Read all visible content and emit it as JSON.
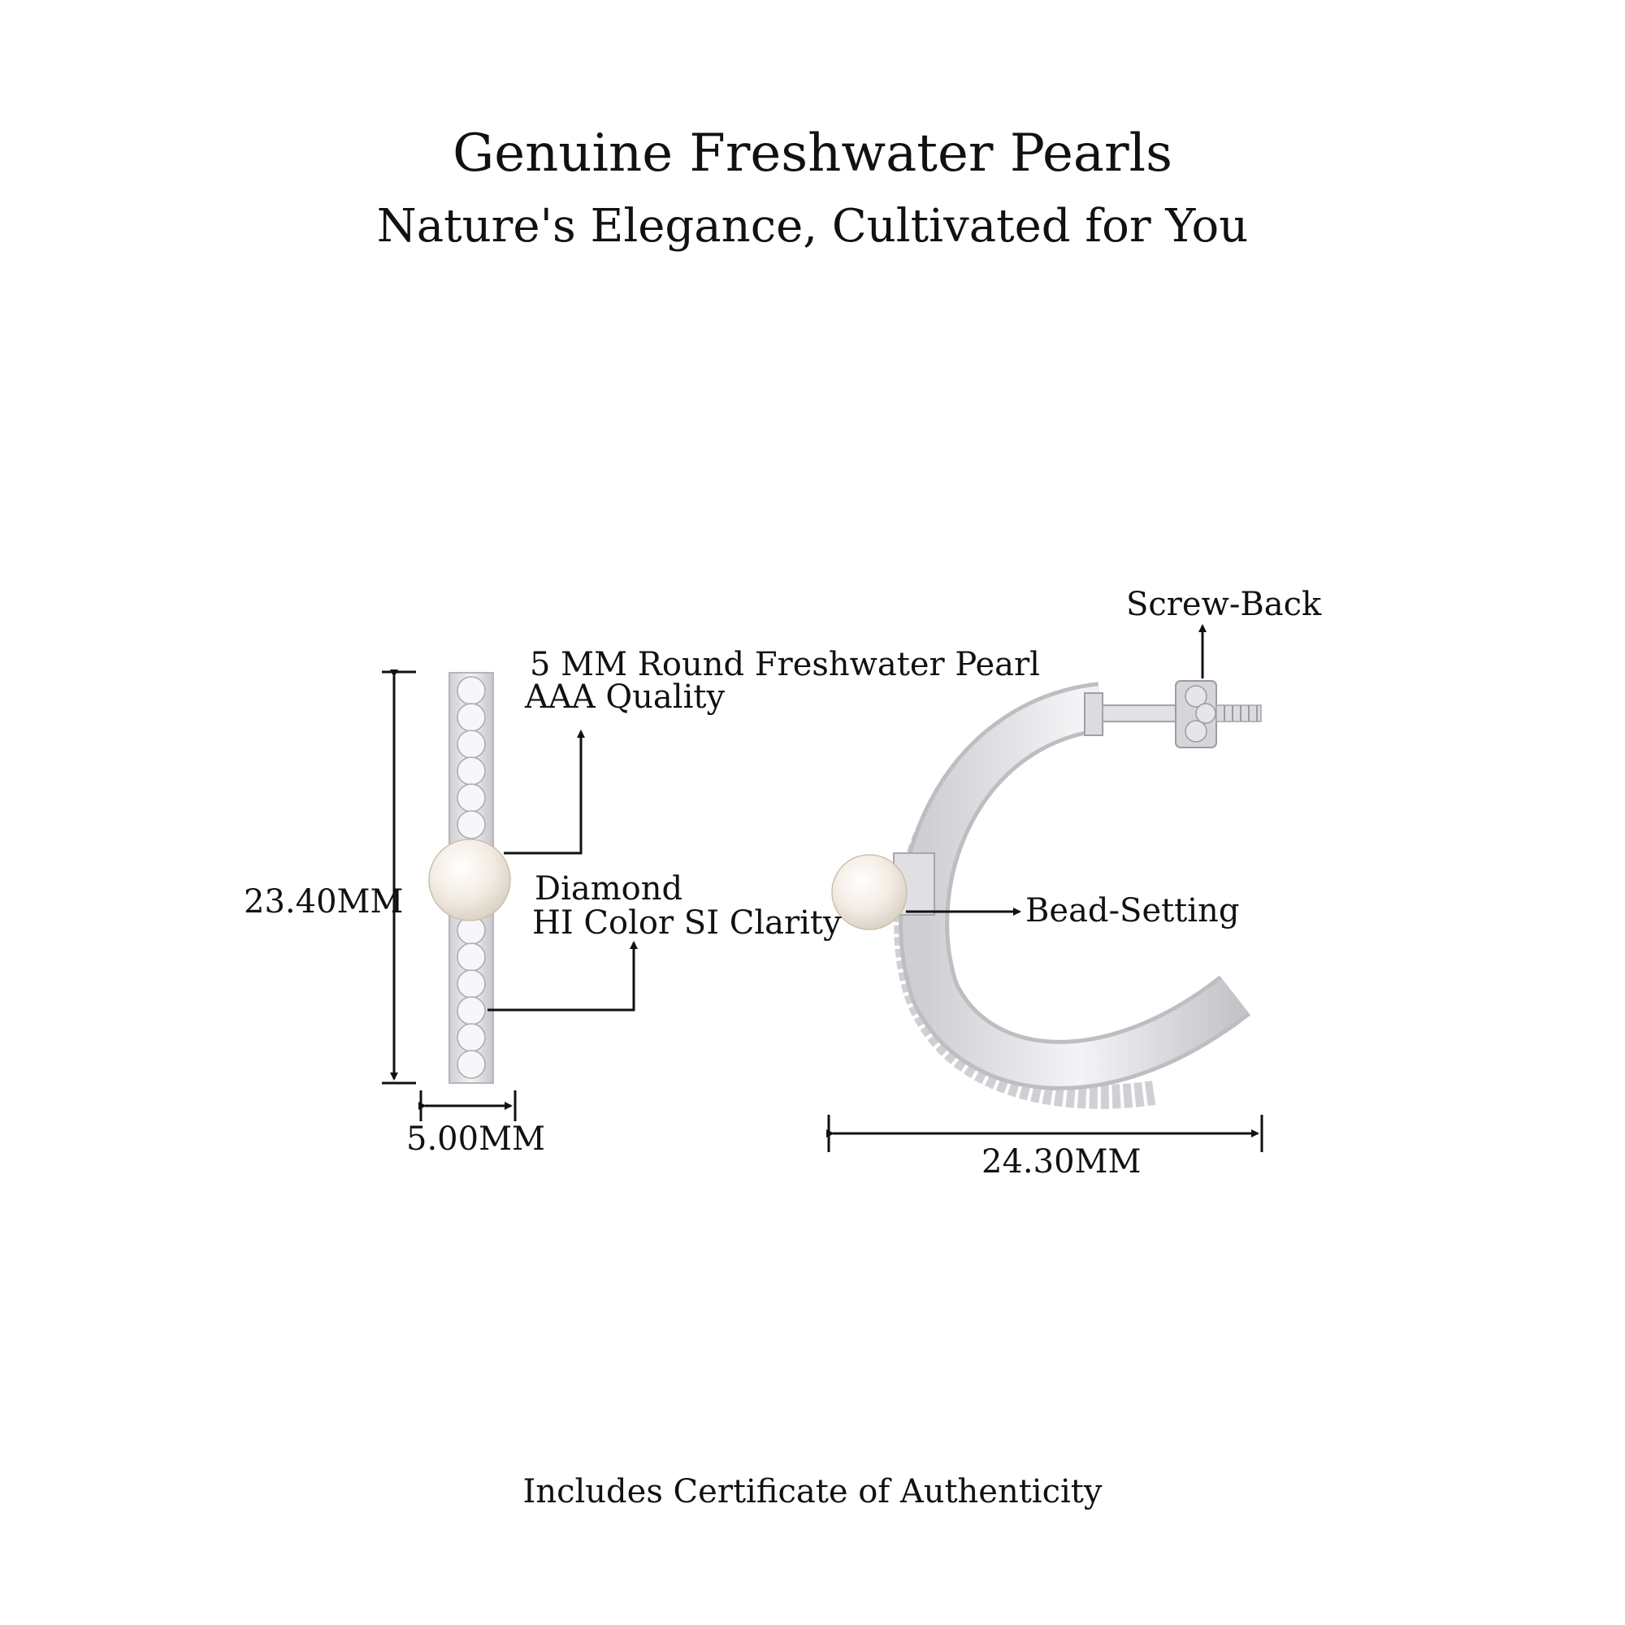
{
  "header": {
    "title": "Genuine Freshwater Pearls",
    "subtitle": "Nature's Elegance, Cultivated for You"
  },
  "product": {
    "front_view": {
      "height_label": "23.40MM",
      "width_label": "5.00MM",
      "pearl_label_line1": "5 MM Round Freshwater Pearl",
      "pearl_label_line2": "AAA Quality",
      "diamond_label_line1": "Diamond",
      "diamond_label_line2": "HI Color SI Clarity"
    },
    "side_view": {
      "screw_back_label": "Screw-Back",
      "bead_setting_label": "Bead-Setting",
      "width_label": "24.30MM"
    }
  },
  "footer": {
    "text": "Includes Certificate of Authenticity"
  },
  "colors": {
    "metal": "#e8e8ea",
    "metal_edge": "#b9b9bd",
    "pearl": "#f4efe8",
    "ink": "#111111"
  }
}
